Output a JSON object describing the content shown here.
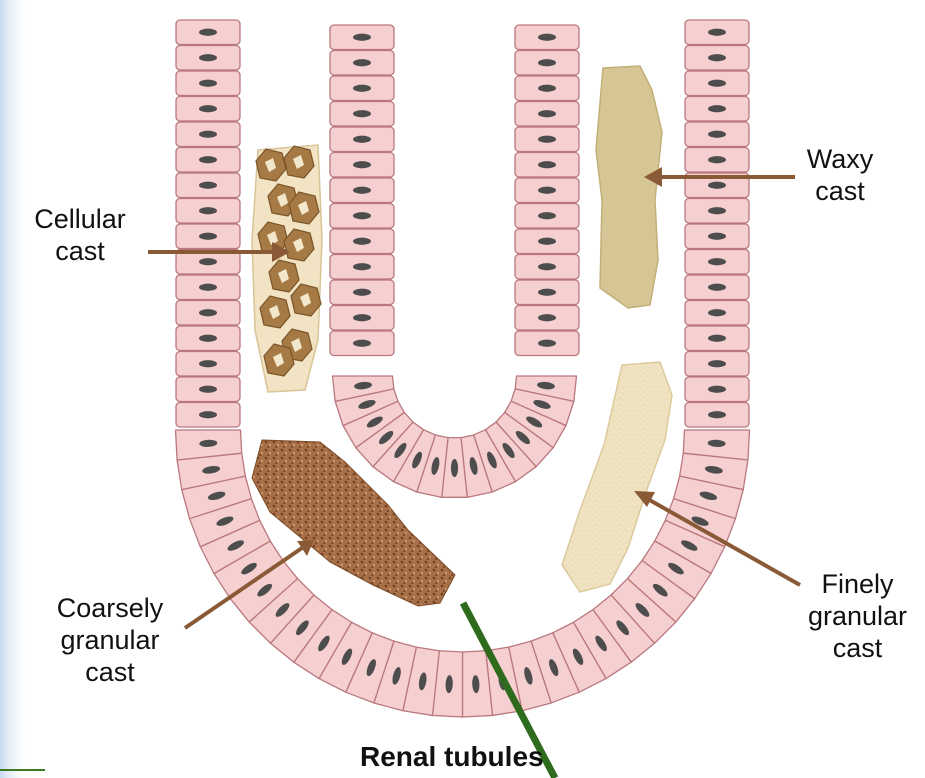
{
  "title": "Renal tubules",
  "labels": {
    "cellular": [
      "Cellular",
      "cast"
    ],
    "waxy": [
      "Waxy",
      "cast"
    ],
    "coarse": [
      "Coarsely",
      "granular",
      "cast"
    ],
    "fine": [
      "Finely",
      "granular",
      "cast"
    ]
  },
  "colors": {
    "cell_fill": "#f6cfd0",
    "cell_stroke": "#b9787d",
    "nucleus": "#4d4d4d",
    "arrow": "#8a5a36",
    "waxy_fill": "#d7c695",
    "fine_fill": "#eee0bd",
    "coarse_fill": "#a06c45",
    "cellular_bg": "#f1e3c3",
    "cellular_cell": "#a67a45",
    "pointer_line": "#2f6b1d"
  }
}
